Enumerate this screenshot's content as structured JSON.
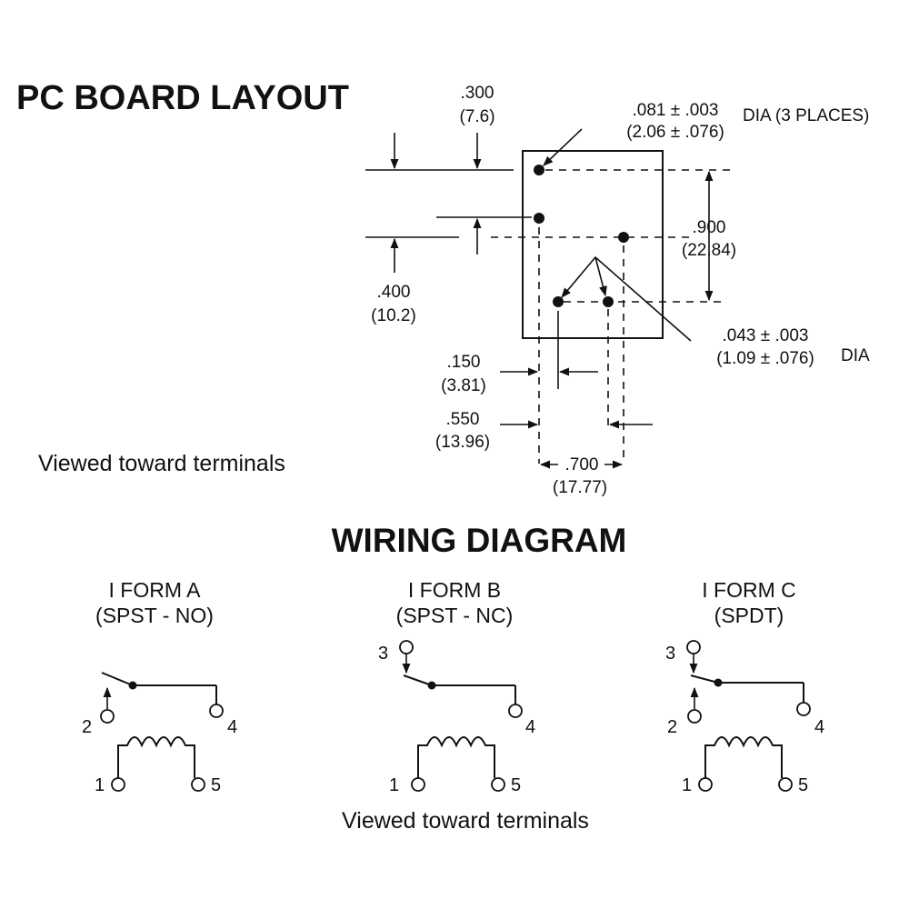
{
  "pcb": {
    "title": "PC BOARD LAYOUT",
    "dim_300": ".300",
    "dim_300_mm": "(7.6)",
    "dim_081": ".081 ± .003",
    "dim_081_mm": "(2.06 ± .076)",
    "dim_081_note": "DIA (3 PLACES)",
    "dim_900": ".900",
    "dim_900_mm": "(22.84)",
    "dim_400": ".400",
    "dim_400_mm": "(10.2)",
    "dim_043": ".043 ± .003",
    "dim_043_mm": "(1.09 ± .076)",
    "dim_043_note": "DIA",
    "dim_150": ".150",
    "dim_150_mm": "(3.81)",
    "dim_550": ".550",
    "dim_550_mm": "(13.96)",
    "dim_700": ".700",
    "dim_700_mm": "(17.77)",
    "view_note": "Viewed toward terminals"
  },
  "wiring": {
    "title": "WIRING DIAGRAM",
    "forms": [
      {
        "name": "I FORM A",
        "type": "(SPST - NO)"
      },
      {
        "name": "I FORM B",
        "type": "(SPST - NC)"
      },
      {
        "name": "I FORM C",
        "type": "(SPDT)"
      }
    ],
    "pins": {
      "p1": "1",
      "p2": "2",
      "p3": "3",
      "p4": "4",
      "p5": "5"
    },
    "view_note": "Viewed toward terminals"
  }
}
